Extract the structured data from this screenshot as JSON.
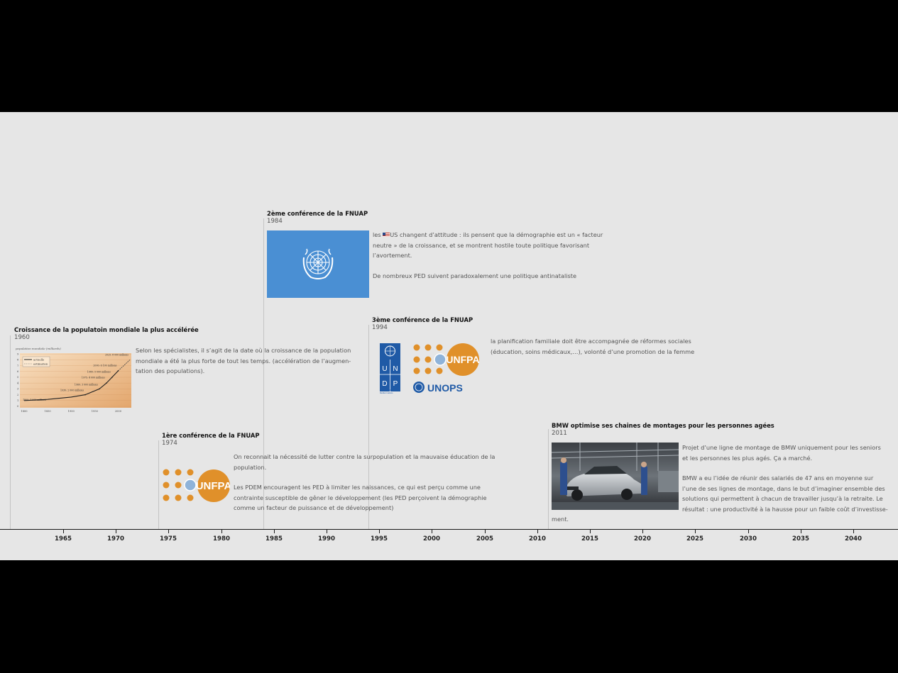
{
  "timeline": {
    "events": [
      {
        "id": "1960",
        "title": "Croissance de la populatoin mondiale la plus accélérée",
        "year": "1960",
        "paragraphs": [
          "Selon les spécialistes, il s’agit de la date où la croissance de la population\nmondiale a été la plus forte de tout les temps. (accélération de l’augmen-\ntation des populations)."
        ]
      },
      {
        "id": "1974",
        "title": "1ère conférence de la FNUAP",
        "year": "1974",
        "paragraphs": [
          "On reconnait la nécessité de lutter contre la surpopulation et la mauvaise éducation de la\npopulation.",
          "Les PDEM encouragent les PED à limiter les naissances, ce qui est perçu comme une\ncontrainte susceptible de gêner le développement (les PED perçoivent la démographie\ncomme un facteur de puissance et de développement)"
        ]
      },
      {
        "id": "1984",
        "title": "2ème conférence de la FNUAP",
        "year": "1984",
        "text_prefix": "les ",
        "paragraphs": [
          "US changent d’attitude : ils pensent que la démographie est un « facteur\nneutre » de la croissance, et se montrent hostile  toute politique favorisant\nl’avortement.",
          "De nombreux PED suivent paradoxalement une politique antinataliste"
        ]
      },
      {
        "id": "1994",
        "title": "3ème conférence de la FNUAP",
        "year": "1994",
        "paragraphs": [
          "la planification familiale doit être accompagnée de réformes sociales\n(éducation, soins médicaux,…), volonté d’une promotion de la femme"
        ]
      },
      {
        "id": "2011",
        "title": "BMW optimise ses chaines de montages pour les personnes agées",
        "year": "2011",
        "paragraphs": [
          "Projet d’une ligne de montage de BMW uniquement pour les seniors\net les personnes les plus agés. Ça a marché.",
          "BMW a eu l’idée de réunir des salariés de 47 ans en moyenne sur\nl’une de ses lignes de montage, dans le but d’imaginer ensemble des\nsolutions qui permettent à chacun de travailler jusqu’à la retraite. Le\nrésultat : une productivité à la hausse pour un faible coût d’investisse-"
        ],
        "overflow_text": "ment."
      }
    ],
    "axis_labels": [
      "1965",
      "1970",
      "1975",
      "1980",
      "1985",
      "1990",
      "1995",
      "2000",
      "2005",
      "2010",
      "2015",
      "2020",
      "2025",
      "2030",
      "2035",
      "2040"
    ]
  },
  "growth_chart": {
    "ylabel": "population mondiale (milliards)",
    "legend": [
      "actuelle",
      "estimation"
    ],
    "x_ticks": [
      "1800",
      "1850",
      "1900",
      "1950",
      "2000"
    ],
    "y_ticks": [
      "0",
      "1",
      "2",
      "3",
      "4",
      "5",
      "6",
      "7",
      "8",
      "9"
    ],
    "annotations": [
      "2025: 8 000 millions",
      "2000: 6 100 millions",
      "1980: 5 000 millions",
      "1975: 4 000 millions",
      "1960: 3 000 millions",
      "1930: 2 000 millions",
      "1800: 1 000 millions"
    ],
    "series_actual": [
      [
        1800,
        1.0
      ],
      [
        1850,
        1.2
      ],
      [
        1900,
        1.6
      ],
      [
        1930,
        2.0
      ],
      [
        1960,
        3.0
      ],
      [
        1975,
        4.0
      ],
      [
        1987,
        5.0
      ],
      [
        2000,
        6.1
      ]
    ],
    "series_estimate": [
      [
        2000,
        6.1
      ],
      [
        2025,
        8.0
      ]
    ]
  },
  "logos": {
    "unfpa_text": "UNFPA",
    "undp_letters": [
      "U",
      "N",
      "D",
      "P"
    ],
    "undp_caption": [
      "Empowered lives.",
      "Resilient nations."
    ],
    "unops_text": "UNOPS"
  },
  "colors": {
    "stage_bg": "#e6e6e6",
    "un_blue": "#4a8fd3",
    "undp_blue": "#1f5aa6",
    "unfpa_orange": "#e0902a",
    "unops_blue": "#1f5aa6"
  },
  "icons": {
    "us_flag": "us-flag-icon",
    "un_emblem": "un-emblem-icon"
  }
}
